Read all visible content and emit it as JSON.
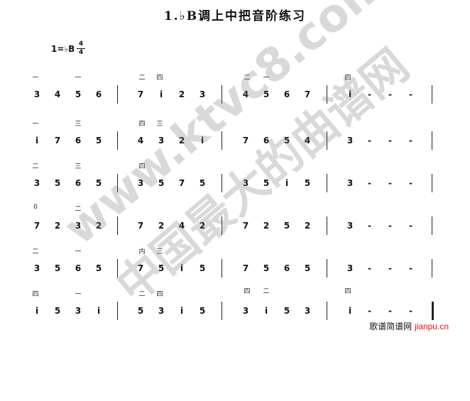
{
  "title": "1.♭B调上中把音阶练习",
  "key": "1=♭B",
  "time_signature": {
    "top": "4",
    "bottom": "4"
  },
  "rows": [
    {
      "measures": [
        {
          "notes": [
            "3",
            "4",
            "5",
            "6"
          ]
        },
        {
          "notes": [
            "7",
            "i",
            "2",
            "3"
          ]
        },
        {
          "notes": [
            "4",
            "5",
            "6",
            "7"
          ]
        },
        {
          "notes": [
            "i",
            "-",
            "-",
            "-"
          ]
        }
      ],
      "fingerings": [
        "一",
        "一",
        "二",
        "四",
        "二",
        "一",
        "四"
      ]
    },
    {
      "measures": [
        {
          "notes": [
            "i",
            "7",
            "6",
            "5"
          ]
        },
        {
          "notes": [
            "4",
            "3",
            "2",
            "i"
          ]
        },
        {
          "notes": [
            "7",
            "6",
            "5",
            "4"
          ]
        },
        {
          "notes": [
            "3",
            "-",
            "-",
            "-"
          ]
        }
      ],
      "fingerings": [
        "一",
        "三",
        "四",
        "三"
      ]
    },
    {
      "measures": [
        {
          "notes": [
            "3",
            "5",
            "6",
            "5"
          ]
        },
        {
          "notes": [
            "3",
            "5",
            "7",
            "5"
          ]
        },
        {
          "notes": [
            "3",
            "5",
            "i",
            "5"
          ]
        },
        {
          "notes": [
            "3",
            "-",
            "-",
            "-"
          ]
        }
      ],
      "fingerings": [
        "二",
        "三",
        "四"
      ]
    },
    {
      "measures": [
        {
          "notes": [
            "7",
            "2",
            "3",
            "2"
          ]
        },
        {
          "notes": [
            "7",
            "2",
            "4",
            "2"
          ]
        },
        {
          "notes": [
            "7",
            "2",
            "5",
            "2"
          ]
        },
        {
          "notes": [
            "3",
            "-",
            "-",
            "-"
          ]
        }
      ],
      "fingerings": [
        "0",
        "二"
      ]
    },
    {
      "measures": [
        {
          "notes": [
            "3",
            "5",
            "6",
            "5"
          ]
        },
        {
          "notes": [
            "7",
            "5",
            "i",
            "5"
          ]
        },
        {
          "notes": [
            "7",
            "5",
            "6",
            "5"
          ]
        },
        {
          "notes": [
            "3",
            "-",
            "-",
            "-"
          ]
        }
      ],
      "fingerings": [
        "二",
        "一",
        "内",
        "三"
      ]
    },
    {
      "measures": [
        {
          "notes": [
            "i",
            "5",
            "3",
            "i"
          ]
        },
        {
          "notes": [
            "5",
            "3",
            "i",
            "5"
          ]
        },
        {
          "notes": [
            "3",
            "i",
            "5",
            "3"
          ]
        },
        {
          "notes": [
            "i",
            "-",
            "-",
            "-"
          ]
        }
      ],
      "fingerings": [
        "四",
        "一",
        "二",
        "四",
        "四",
        "二",
        "四"
      ]
    }
  ],
  "watermark_lines": [
    "www.ktvc8.com",
    "中国最大的曲谱网"
  ],
  "footer": {
    "text": "歌谱简谱网",
    "site": "jianpu.cn"
  }
}
